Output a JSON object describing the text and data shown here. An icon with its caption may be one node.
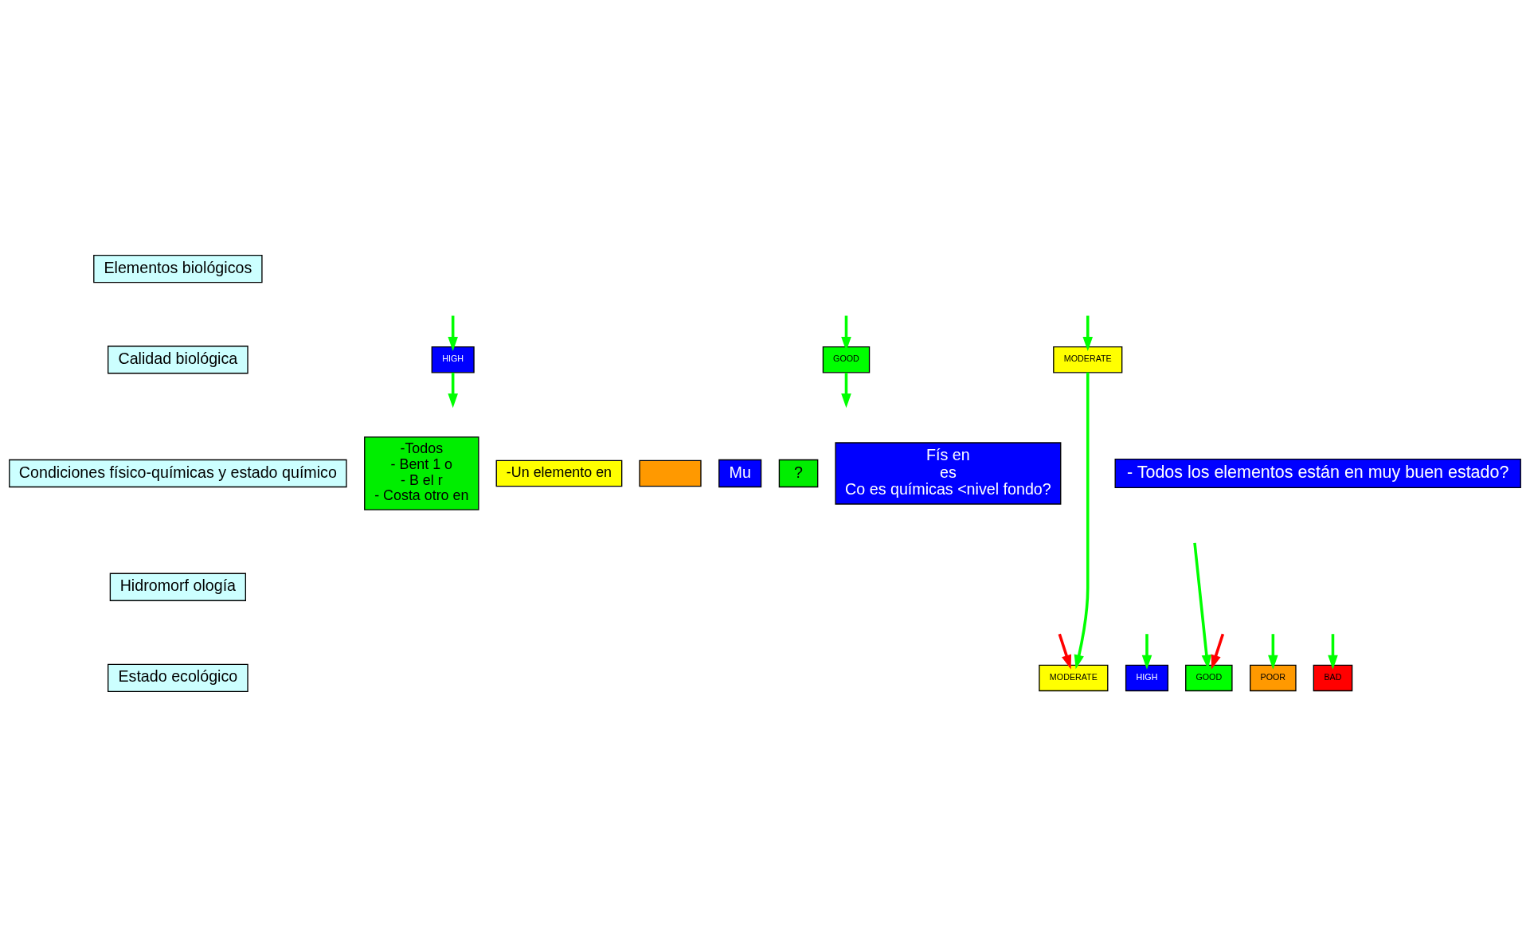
{
  "diagram": {
    "nodes": [
      {
        "text": [
          "Elementos biológicos"
        ]
      },
      {
        "text": [
          "Calidad biológica"
        ]
      },
      {
        "text": [
          "Condiciones físico-químicas y estado químico"
        ]
      },
      {
        "text": [
          "Hidromorf ología"
        ]
      },
      {
        "text": [
          "Estado ecológico"
        ]
      },
      {
        "text": [
          "HIGH"
        ]
      },
      {
        "text": [
          "GOOD"
        ]
      },
      {
        "text": [
          "-Todos",
          "- Bent 1 o",
          "- B el r",
          "- Costa otro en"
        ]
      },
      {
        "text": [
          "-Un elemento en"
        ]
      },
      {
        "text": [],
        "shape": "box"
      },
      {
        "text": [
          "Mu"
        ]
      },
      {
        "text": [
          "?"
        ]
      },
      {
        "text": [
          "Fís en",
          "es",
          "Co es químicas <nivel fondo?"
        ]
      },
      {
        "text": [
          "MODERATE"
        ]
      },
      {
        "text": [
          "- Todos los elementos están en muy buen estado?"
        ]
      },
      {
        "text": [
          "HIGH"
        ]
      },
      {
        "text": [
          "GOOD"
        ]
      },
      {
        "text": [
          "MODERATE"
        ]
      },
      {
        "text": [
          "POOR"
        ]
      },
      {
        "text": [
          "BAD"
        ]
      }
    ],
    "edges": [
      {
        "from": null,
        "to": 5,
        "arrow": "to"
      },
      {
        "from": 5,
        "to": null,
        "arrow": "to"
      },
      {
        "from": null,
        "to": 6,
        "arrow": "to"
      },
      {
        "from": 6,
        "to": null,
        "arrow": "to"
      },
      {
        "from": null,
        "to": 13,
        "arrow": "to"
      },
      {
        "from": null,
        "to": 15,
        "arrow": "to"
      },
      {
        "from": null,
        "to": 16,
        "arrow": "to"
      },
      {
        "from": null,
        "to": 16,
        "arrow": "to",
        "color": "#ff0000"
      },
      {
        "from": null,
        "to": 17,
        "arrow": "to",
        "color": "#ff0000"
      },
      {
        "from": 13,
        "to": 17,
        "arrow": "to"
      },
      {
        "from": null,
        "to": 18,
        "arrow": "to"
      },
      {
        "from": null,
        "to": 19,
        "arrow": "to"
      }
    ]
  }
}
